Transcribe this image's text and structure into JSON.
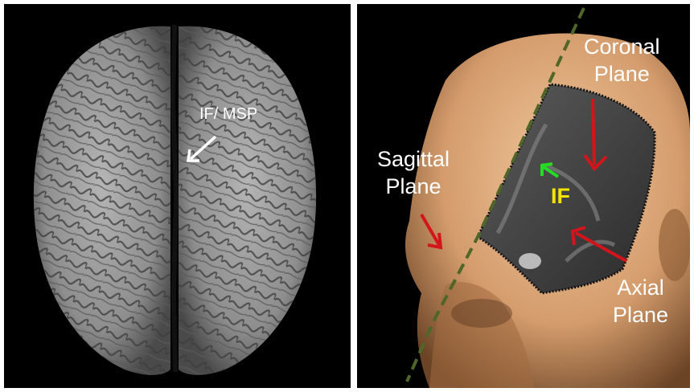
{
  "left_panel": {
    "annotation": "IF/ MSP"
  },
  "right_panel": {
    "coronal": {
      "line1": "Coronal",
      "line2": "Plane"
    },
    "sagittal": {
      "line1": "Sagittal",
      "line2": "Plane"
    },
    "axial": {
      "line1": "Axial",
      "line2": "Plane"
    },
    "center_label": "IF"
  },
  "colors": {
    "background": "#000000",
    "divider": "#ffffff",
    "label_text": "#ffffff",
    "if_text": "#f5e300",
    "red_arrow": "#d4141b",
    "green_arrow": "#22dd22",
    "plane_line": "#556b2f",
    "skin": "#d9a678",
    "brain": "#9a9a9a"
  }
}
